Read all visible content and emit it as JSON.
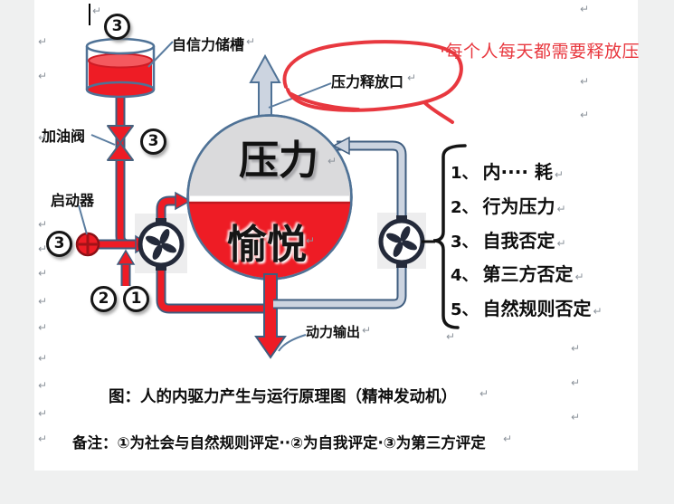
{
  "labels": {
    "tank": "自信力储槽",
    "valve": "加油阀",
    "starter": "启动器",
    "release": "压力释放口",
    "output": "动力输出"
  },
  "vessel": {
    "top_word": "压力",
    "bottom_word": "愉悦"
  },
  "annotation": {
    "text": "·每个人每天都需要释放压",
    "color": "#e8383f"
  },
  "badges": {
    "tank": "3",
    "valve": "3",
    "starter": "3",
    "eval2": "2",
    "eval1": "1"
  },
  "pressure_sources": {
    "items": [
      {
        "num": "1、",
        "text": "内···· 耗"
      },
      {
        "num": "2、",
        "text": "行为压力"
      },
      {
        "num": "3、",
        "text": "自我否定"
      },
      {
        "num": "4、",
        "text": "第三方否定"
      },
      {
        "num": "5、",
        "text": "自然规则否定"
      }
    ]
  },
  "caption": "图：人的内驱力产生与运行原理图（精神发动机）",
  "note": "备注：①为社会与自然规则评定··②为自我评定·③为第三方评定",
  "marks": {
    "pilcrow": "↵"
  },
  "colors": {
    "red": "#ee1c25",
    "red_dark": "#c01820",
    "pipe_outline": "#3f5d7f",
    "pipe_fill": "#ccd4e0",
    "steel": "#4f7296",
    "sphere_gray": "#dadadc",
    "fan_dark": "#242a3a",
    "ink_red": "#e8383f"
  }
}
